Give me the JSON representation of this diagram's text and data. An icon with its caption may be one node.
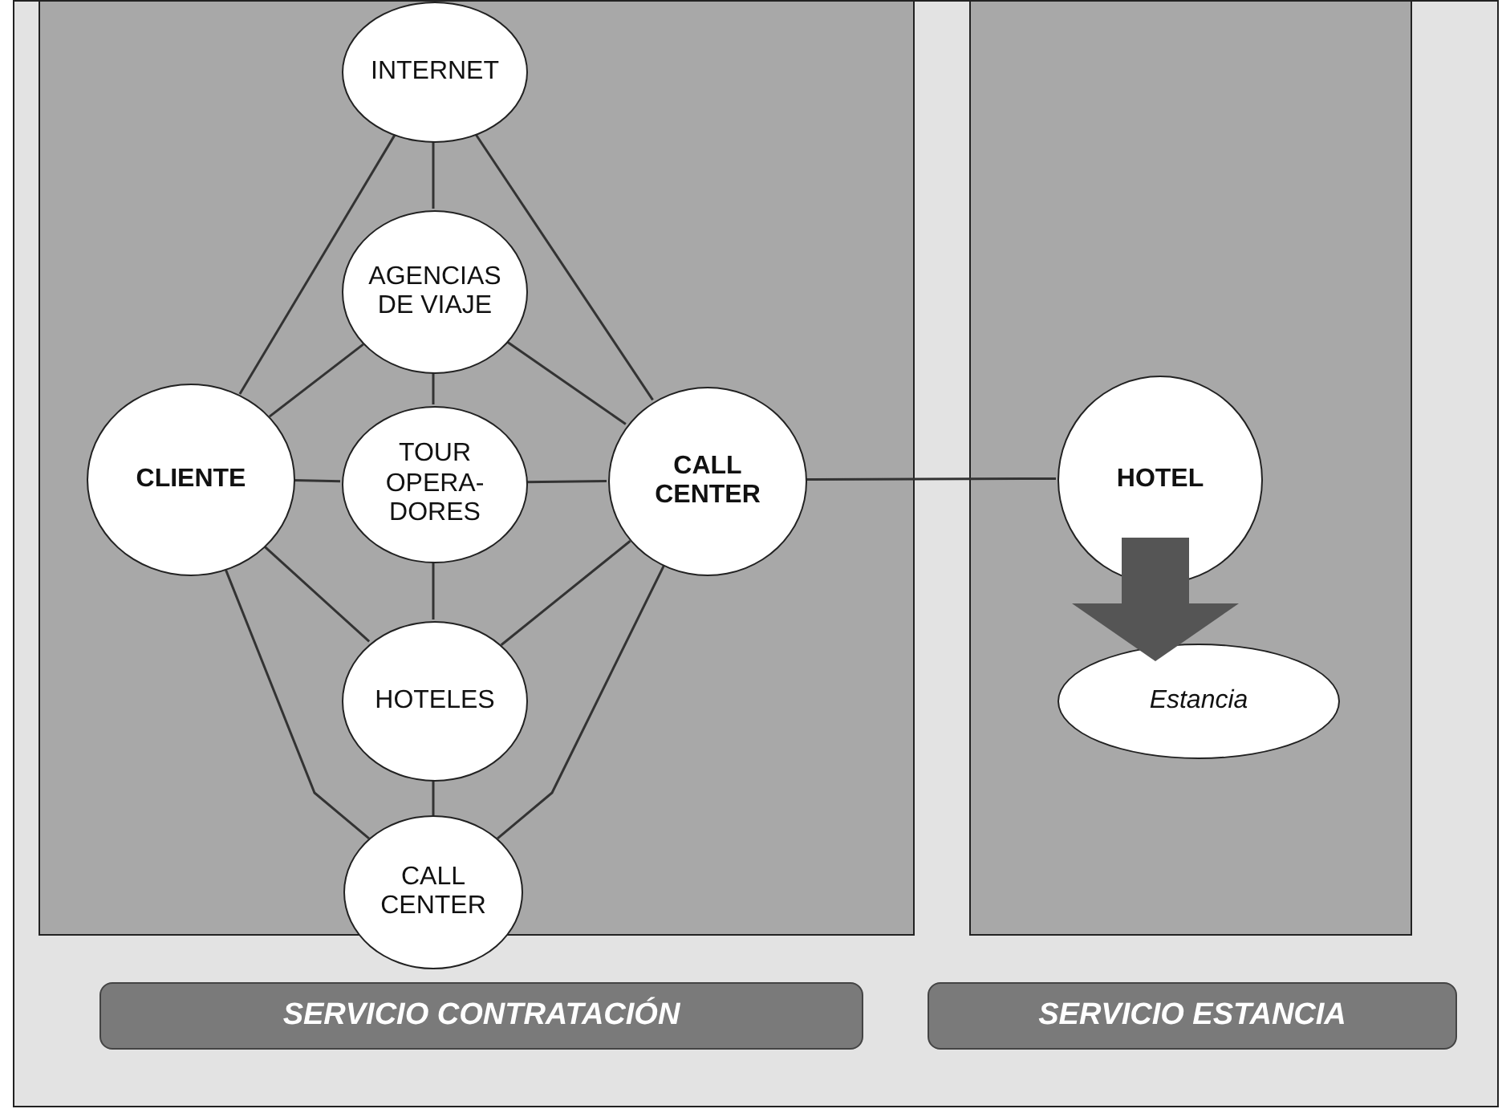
{
  "diagram": {
    "nodes": [
      {
        "text": [],
        "shape": "box"
      },
      {
        "text": [
          "INTERNET"
        ],
        "in": 0
      },
      {
        "text": [
          "AGENCIAS DE VIAJE"
        ],
        "in": 0
      },
      {
        "text": [
          "CLIENTE"
        ],
        "in": 0
      },
      {
        "text": [
          "TOUR OPERA- DORES"
        ],
        "in": 0
      },
      {
        "text": [
          "CALL CENTER"
        ],
        "in": 0
      },
      {
        "text": [
          "HOTELES"
        ],
        "in": 0
      },
      {
        "text": [
          "CALL CENTER"
        ]
      },
      {
        "text": [],
        "shape": "box"
      },
      {
        "text": [
          "HOTEL"
        ],
        "in": 8
      },
      {
        "text": [
          "Estancia"
        ],
        "in": 8
      },
      {
        "text": [
          "SERVICIO CONTRATACIÓN"
        ]
      },
      {
        "text": [
          "SERVICIO ESTANCIA"
        ]
      }
    ],
    "edges": [
      {
        "from": 3,
        "to": 1,
        "arrow": "none"
      },
      {
        "from": 3,
        "to": 2,
        "arrow": "none"
      },
      {
        "from": 3,
        "to": 4,
        "arrow": "none"
      },
      {
        "from": 3,
        "to": 6,
        "arrow": "none"
      },
      {
        "from": 3,
        "to": 7,
        "arrow": "none"
      },
      {
        "from": 1,
        "to": 2,
        "arrow": "none"
      },
      {
        "from": 2,
        "to": 4,
        "arrow": "none"
      },
      {
        "from": 4,
        "to": 6,
        "arrow": "none"
      },
      {
        "from": 6,
        "to": 7,
        "arrow": "none"
      },
      {
        "from": 1,
        "to": 5,
        "arrow": "none"
      },
      {
        "from": 2,
        "to": 5,
        "arrow": "none"
      },
      {
        "from": 4,
        "to": 5,
        "arrow": "none"
      },
      {
        "from": 6,
        "to": 5,
        "arrow": "none"
      },
      {
        "from": 7,
        "to": 5,
        "arrow": "none"
      },
      {
        "from": 5,
        "to": 9,
        "arrow": "none"
      },
      {
        "from": 9,
        "to": 10,
        "arrow": "to",
        "style": "thick",
        "color": "#555555"
      }
    ]
  }
}
